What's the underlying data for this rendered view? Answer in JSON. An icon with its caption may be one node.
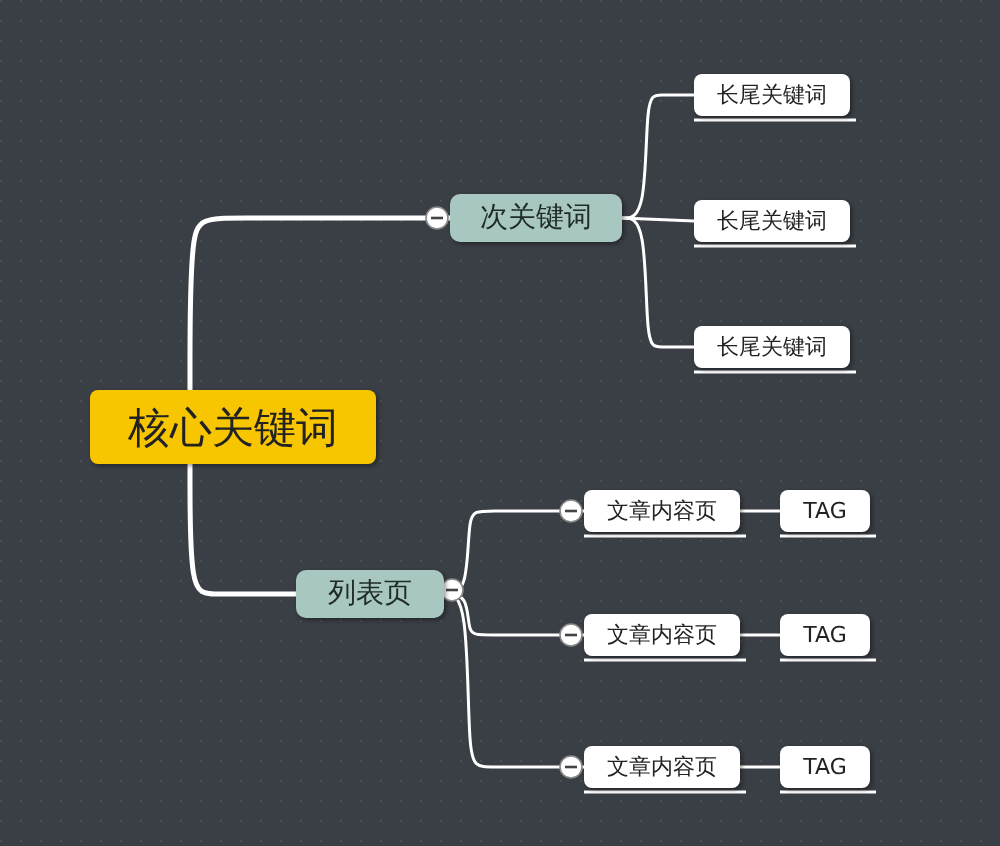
{
  "diagram": {
    "nodes": [
      {
        "text": [
          "核心关键词"
        ]
      },
      {
        "text": [
          "次关键词"
        ]
      },
      {
        "text": [
          "长尾关键词"
        ]
      },
      {
        "text": [
          "长尾关键词"
        ]
      },
      {
        "text": [
          "长尾关键词"
        ]
      },
      {
        "text": [
          "列表页"
        ]
      },
      {
        "text": [
          "文章内容页"
        ]
      },
      {
        "text": [
          "TAG"
        ]
      },
      {
        "text": [
          "文章内容页"
        ]
      },
      {
        "text": [
          "TAG"
        ]
      },
      {
        "text": [
          "文章内容页"
        ]
      },
      {
        "text": [
          "TAG"
        ]
      }
    ],
    "edges": [
      {
        "from": 0,
        "to": 1,
        "arrow": "other"
      },
      {
        "from": 0,
        "to": 5,
        "arrow": "none"
      },
      {
        "from": 1,
        "to": 2,
        "arrow": "none"
      },
      {
        "from": 1,
        "to": 3,
        "arrow": "none"
      },
      {
        "from": 1,
        "to": 4,
        "arrow": "none"
      },
      {
        "from": 5,
        "to": 6,
        "arrow": "other"
      },
      {
        "from": 6,
        "to": 7,
        "arrow": "none"
      },
      {
        "from": 5,
        "to": 8,
        "arrow": "other"
      },
      {
        "from": 8,
        "to": 9,
        "arrow": "none"
      },
      {
        "from": 5,
        "to": 10,
        "arrow": "other"
      },
      {
        "from": 10,
        "to": 11,
        "arrow": "none"
      }
    ]
  }
}
